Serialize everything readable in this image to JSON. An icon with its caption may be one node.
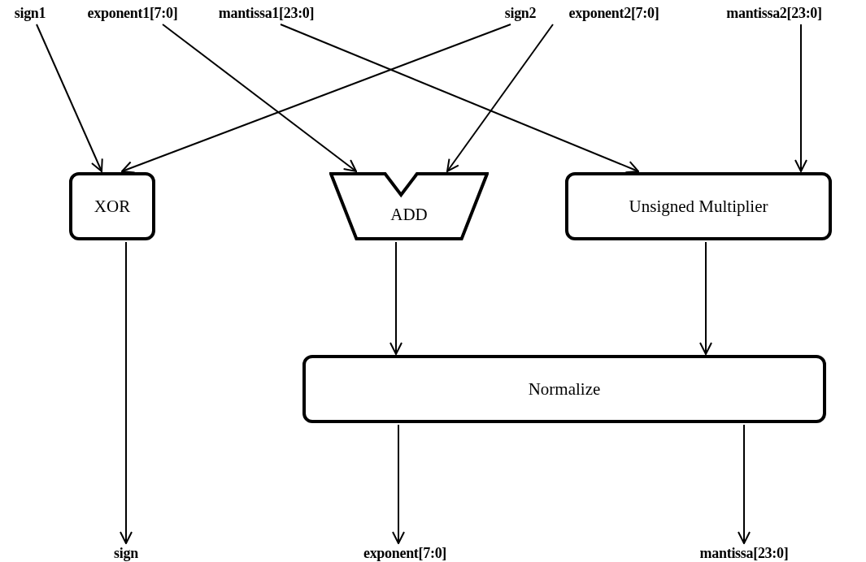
{
  "diagram": {
    "nodes": [
      {
        "text": [
          "sign1"
        ]
      },
      {
        "text": [
          "exponent1[7:0]"
        ]
      },
      {
        "text": [
          "mantissa1[23:0]"
        ]
      },
      {
        "text": [
          "sign2"
        ]
      },
      {
        "text": [
          "exponent2[7:0]"
        ]
      },
      {
        "text": [
          "mantissa2[23:0]"
        ]
      },
      {
        "text": [
          "XOR"
        ]
      },
      {
        "text": [
          "ADD"
        ]
      },
      {
        "text": [
          "Unsigned Multiplier"
        ]
      },
      {
        "text": [
          "Normalize"
        ]
      },
      {
        "text": [
          "sign"
        ]
      },
      {
        "text": [
          "exponent[7:0]"
        ]
      },
      {
        "text": [
          "mantissa[23:0]"
        ]
      }
    ],
    "edges": [
      {
        "from": 0,
        "to": 6,
        "arrow": "to"
      },
      {
        "from": 3,
        "to": 6,
        "arrow": "to"
      },
      {
        "from": 1,
        "to": 7,
        "arrow": "to"
      },
      {
        "from": 4,
        "to": 7,
        "arrow": "to"
      },
      {
        "from": 2,
        "to": 8,
        "arrow": "to"
      },
      {
        "from": 5,
        "to": 8,
        "arrow": "to"
      },
      {
        "from": 6,
        "to": 10,
        "arrow": "to"
      },
      {
        "from": 7,
        "to": 9,
        "arrow": "to"
      },
      {
        "from": 8,
        "to": 9,
        "arrow": "to"
      },
      {
        "from": 9,
        "to": 11,
        "arrow": "to"
      },
      {
        "from": 9,
        "to": 12,
        "arrow": "to"
      }
    ]
  }
}
